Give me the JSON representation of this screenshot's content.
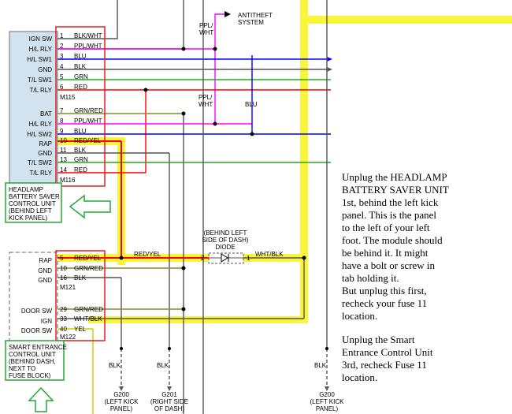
{
  "headlamp_module": {
    "side_labels": [
      "IGN SW",
      "H/L RLY",
      "H/L SW1",
      "GND",
      "T/L SW1",
      "T/L RLY",
      "BAT",
      "H/L RLY",
      "H/L SW2",
      "RAP",
      "GND",
      "T/L SW2",
      "T/L RLY"
    ],
    "pins": [
      "1",
      "2",
      "3",
      "4",
      "5",
      "6",
      "7",
      "8",
      "9",
      "10",
      "11",
      "13",
      "14"
    ],
    "wires": [
      "BLK/WHT",
      "PPL/WHT",
      "BLU",
      "BLK",
      "GRN",
      "RED",
      "GRN/RED",
      "PPL/WHT",
      "BLU",
      "RED/YEL",
      "BLK",
      "GRN",
      "RED"
    ],
    "connector_a": "M115",
    "connector_b": "M116",
    "box_label": [
      "HEADLAMP",
      "BATTERY SAVER",
      "CONTROL UNIT",
      "(BEHIND LEFT",
      "KICK PANEL)"
    ]
  },
  "smart_module": {
    "side_labels": [
      "RAP",
      "GND",
      "GND",
      "DOOR SW",
      "IGN",
      "DOOR SW"
    ],
    "pins": [
      "5",
      "10",
      "16",
      "29",
      "33",
      "40"
    ],
    "wires": [
      "RED/YEL",
      "GRN/RED",
      "BLK",
      "GRN/RED",
      "WHT/BLK",
      "YEL"
    ],
    "connector_a": "M121",
    "connector_b": "M122",
    "box_label": [
      "SMART ENTRANCE",
      "CONTROL UNIT",
      "(BEHIND DASH,",
      "NEXT TO",
      "FUSE BLOCK)"
    ]
  },
  "antitheft": {
    "wire_top": "PPL/",
    "wire_bottom": "WHT",
    "label_1": "ANTITHEFT",
    "label_2": "SYSTEM"
  },
  "mid_labels": {
    "ppl_top": "PPL/",
    "ppl_bottom": "WHT",
    "blu": "BLU",
    "red_yel": "RED/YEL",
    "wht_blk": "WHT/BLK"
  },
  "diode": {
    "caption": [
      "(BEHIND LEFT",
      "SIDE OF DASH)",
      "DIODE"
    ],
    "pin_left": "2",
    "pin_right": "1"
  },
  "grounds": [
    {
      "wire": "BLK",
      "name": "G200",
      "loc1": "(LEFT KICK",
      "loc2": "PANEL)"
    },
    {
      "wire": "BLK",
      "name": "G201",
      "loc1": "(RIGHT SIDE",
      "loc2": "OF DASH)"
    },
    {
      "wire": "BLK",
      "name": "G200",
      "loc1": "(LEFT KICK",
      "loc2": "PANEL)"
    }
  ],
  "notes": {
    "note1": [
      "Unplug the HEADLAMP",
      "BATTERY SAVER UNIT",
      "1st, behind the left kick",
      "panel. This is the panel",
      "to the left of your left",
      "foot. The module should",
      "be behind it. It might",
      "have a bolt or screw in",
      "tab holding it.",
      "But unplug this first,",
      "recheck your fuse 11",
      "location."
    ],
    "note2": [
      "Unplug the Smart",
      "Entrance Control Unit",
      "3rd, recheck Fuse 11",
      "location."
    ]
  },
  "colors": {
    "highlight": "#f8f53a",
    "box_red": "#e02020",
    "note_green": "#22aa33",
    "module_fill": "#d2e2ee",
    "wire_red": "#ff0000",
    "wire_blue": "#0000ff",
    "wire_green": "#22aa22",
    "wire_magenta": "#ff00ff",
    "wire_olive": "#8a8a28",
    "wire_grey": "#555555"
  }
}
